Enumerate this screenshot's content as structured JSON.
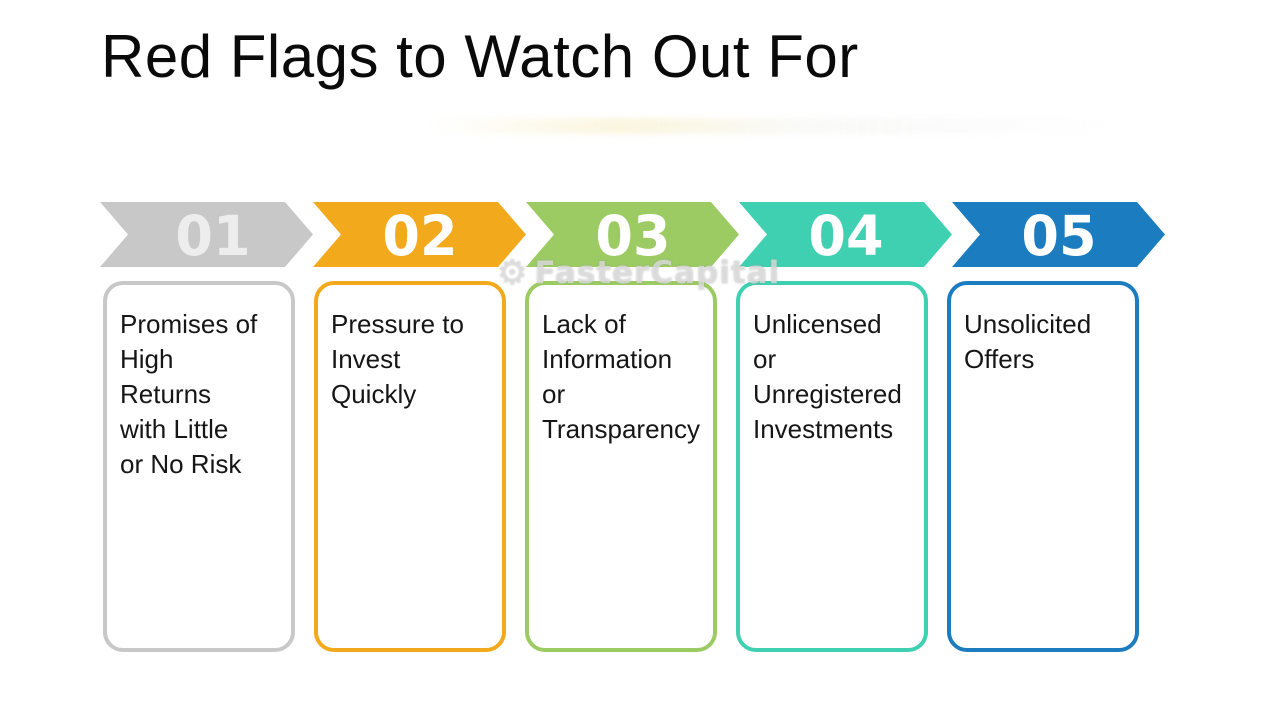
{
  "slide": {
    "title": "Red Flags to Watch Out For",
    "watermark": {
      "text": "FasterCapital",
      "icon": "gear"
    },
    "steps": [
      {
        "number": "01",
        "color": "#c8c8c8",
        "number_color": "#ededed",
        "text": "Promises of\nHigh\nReturns\nwith Little\nor No Risk"
      },
      {
        "number": "02",
        "color": "#f2a91c",
        "number_color": "#ffffff",
        "text": "Pressure to\nInvest\nQuickly"
      },
      {
        "number": "03",
        "color": "#9ccb63",
        "number_color": "#ffffff",
        "text": "Lack of\nInformation\nor\nTransparency"
      },
      {
        "number": "04",
        "color": "#3ed0b0",
        "number_color": "#ffffff",
        "text": "Unlicensed\nor\nUnregistered\nInvestments"
      },
      {
        "number": "05",
        "color": "#1b7dbf",
        "number_color": "#ffffff",
        "text": "Unsolicited\nOffers"
      }
    ]
  }
}
